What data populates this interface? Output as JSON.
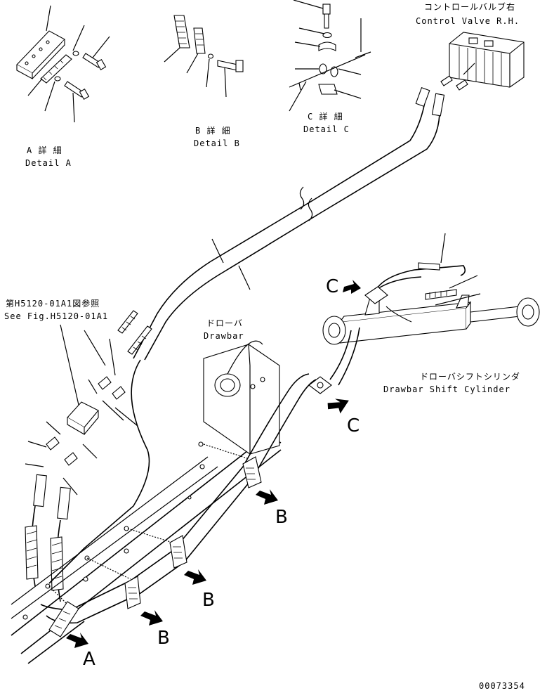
{
  "labels": {
    "control_valve_jp": "コントロールバルブ右",
    "control_valve_en": "Control Valve R.H.",
    "detail_a_jp": "A 詳 細",
    "detail_a_en": "Detail A",
    "detail_b_jp": "B 詳 細",
    "detail_b_en": "Detail B",
    "detail_c_jp": "C 詳 細",
    "detail_c_en": "Detail C",
    "see_fig_jp": "第H5120-01A1図参照",
    "see_fig_en": "See Fig.H5120-01A1",
    "drawbar_jp": "ドローバ",
    "drawbar_en": "Drawbar",
    "cylinder_jp": "ドローバシフトシリンダ",
    "cylinder_en": "Drawbar Shift Cylinder",
    "figure_number": "00073354"
  },
  "callouts": {
    "a": "A",
    "b1": "B",
    "b2": "B",
    "b3": "B",
    "c1": "C",
    "c2": "C"
  }
}
